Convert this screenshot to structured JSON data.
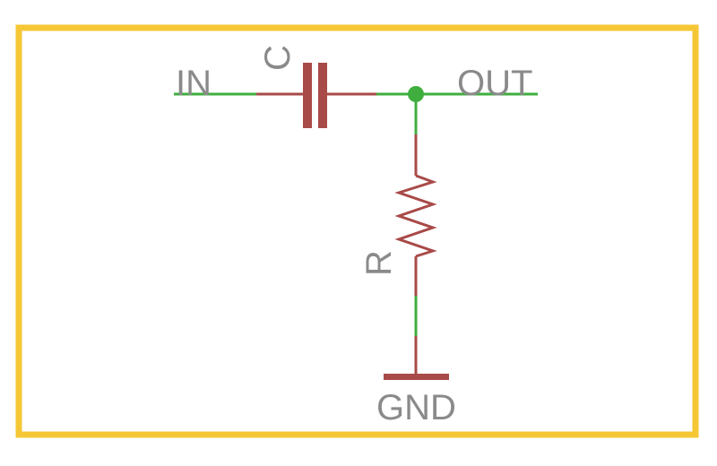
{
  "labels": {
    "input": "IN",
    "output": "OUT",
    "capacitor": "C",
    "resistor": "R",
    "ground": "GND"
  },
  "colors": {
    "frame": "#F5C735",
    "wire": "#3FAE3F",
    "component": "#A84A48",
    "text": "#8A8A8A",
    "junction": "#3FAE3F"
  }
}
